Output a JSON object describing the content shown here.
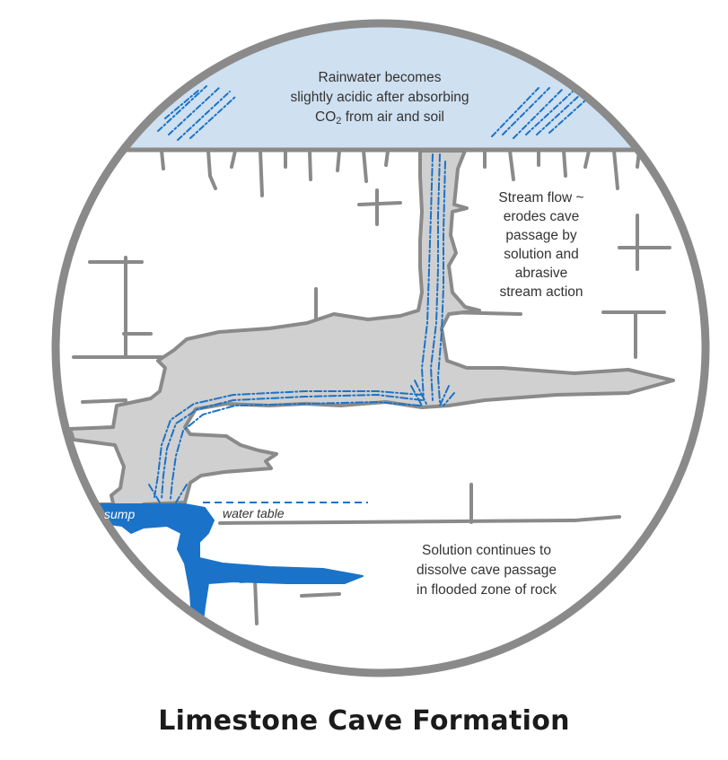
{
  "title": "Limestone Cave Formation",
  "annotations": {
    "rainwater": {
      "line1": "Rainwater becomes",
      "line2": "slightly acidic after absorbing",
      "line3_prefix": "CO",
      "line3_sub": "2",
      "line3_suffix": " from air and soil"
    },
    "stream": [
      "Stream flow ~",
      "erodes cave",
      "passage by",
      "solution and",
      "abrasive",
      "stream action"
    ],
    "solution": [
      "Solution continues to",
      "dissolve cave passage",
      "in flooded zone of rock"
    ],
    "sump": "sump",
    "water_table": "water table"
  },
  "colors": {
    "sky": "#cfe0f0",
    "rock": "#ffffff",
    "cave": "#d0d0d0",
    "outline": "#8a8a8a",
    "water": "#1a73c9",
    "text": "#333333"
  }
}
